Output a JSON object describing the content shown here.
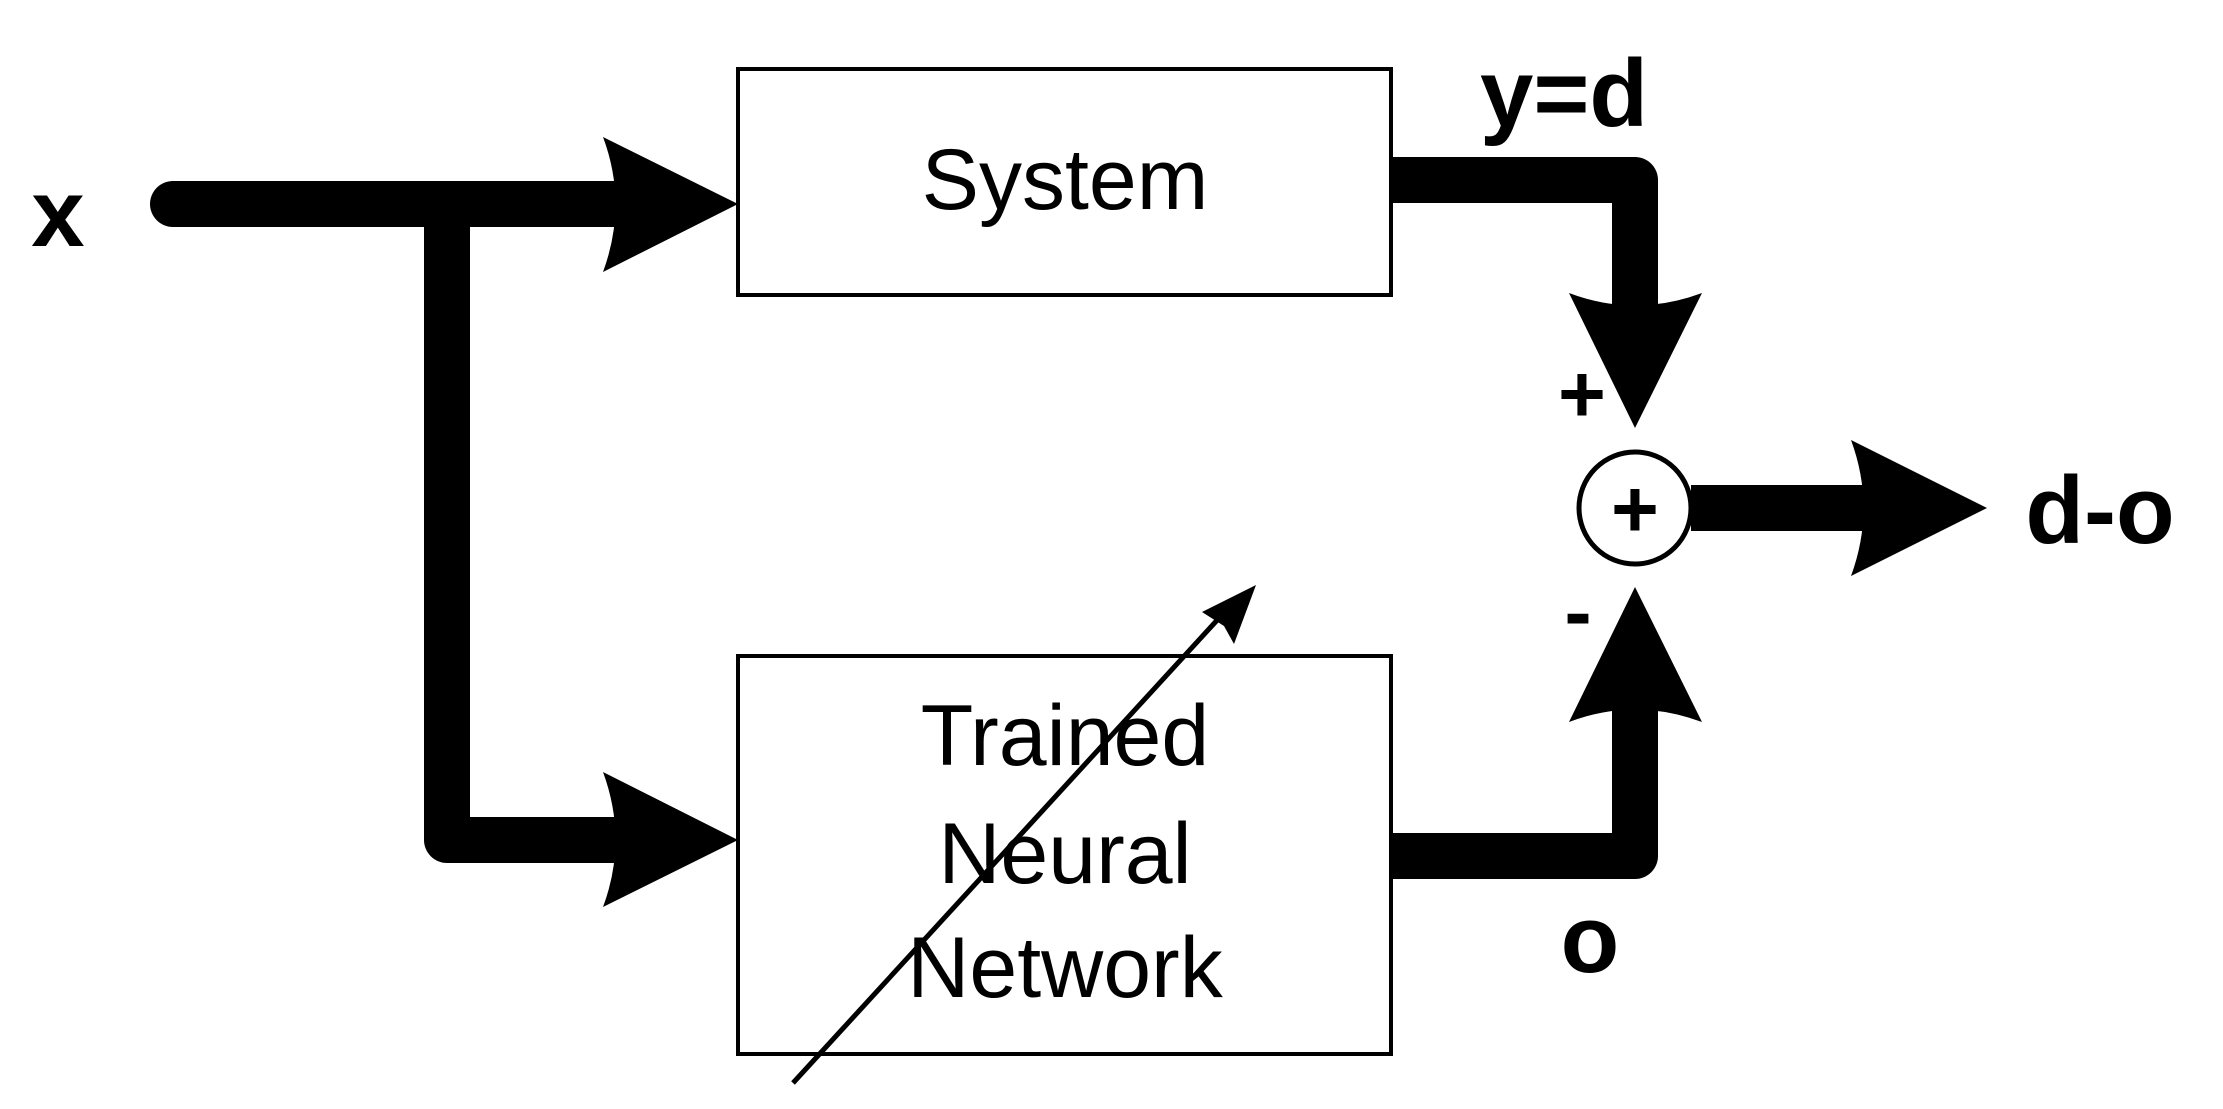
{
  "input_label": "x",
  "system_block": {
    "label": "System"
  },
  "network_block": {
    "lines": [
      "Trained",
      "Neural",
      "Network"
    ]
  },
  "system_output_label": "y=d",
  "network_output_label": "o",
  "summing_junction": {
    "symbol": "+",
    "plus_sign": "+",
    "minus_sign": "-"
  },
  "result_label": "d-o"
}
